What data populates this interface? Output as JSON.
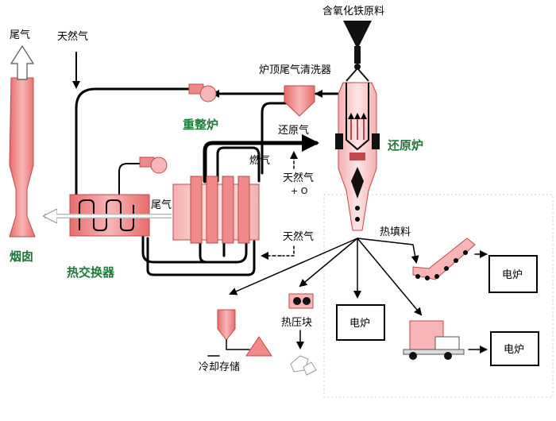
{
  "labels": {
    "raw_material": "含氧化铁原料",
    "tail_gas_top": "尾气",
    "natural_gas_top": "天然气",
    "scrubber": "炉顶尾气清洗器",
    "reformer": "重整炉",
    "reducing_gas": "还原气",
    "shaft_furnace": "还原炉",
    "fuel_gas": "燃气",
    "natural_gas_o2": "天然气",
    "o2_mark": "+ O",
    "tail_gas_mid": "尾气",
    "natural_gas_lower": "天然气",
    "chimney": "烟囱",
    "heat_exchanger": "热交换器",
    "hot_charge": "热填料",
    "electric_furnace_1": "电炉",
    "electric_furnace_2": "电炉",
    "electric_furnace_3": "电炉",
    "hot_briquette": "热压块",
    "cooling_storage": "冷却存储"
  },
  "colors": {
    "pink": "#f08a8a",
    "pink_light": "#f7c0c0",
    "green_label": "#1f7a3a",
    "pipe": "#000000"
  }
}
